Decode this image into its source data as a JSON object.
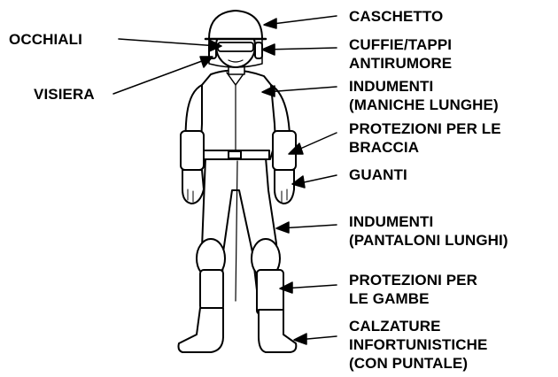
{
  "diagram": {
    "labels_left": {
      "occhiali": "OCCHIALI",
      "visiera": "VISIERA"
    },
    "labels_right": {
      "caschetto": "CASCHETTO",
      "cuffie": [
        "CUFFIE/TAPPI",
        "ANTIRUMORE"
      ],
      "indumenti_maniche": [
        "INDUMENTI",
        "(MANICHE LUNGHE)"
      ],
      "protezioni_braccia": [
        "PROTEZIONI PER LE",
        "BRACCIA"
      ],
      "guanti": "GUANTI",
      "indumenti_pantaloni": [
        "INDUMENTI",
        "(PANTALONI LUNGHI)"
      ],
      "protezioni_gambe": [
        "PROTEZIONI PER",
        "LE GAMBE"
      ],
      "calzature": [
        "CALZATURE",
        "INFORTUNISTICHE",
        "(CON PUNTALE)"
      ]
    },
    "figure": {
      "subject": "worker-in-protective-equipment",
      "line_color": "#000000",
      "fill_color": "#ffffff"
    }
  }
}
